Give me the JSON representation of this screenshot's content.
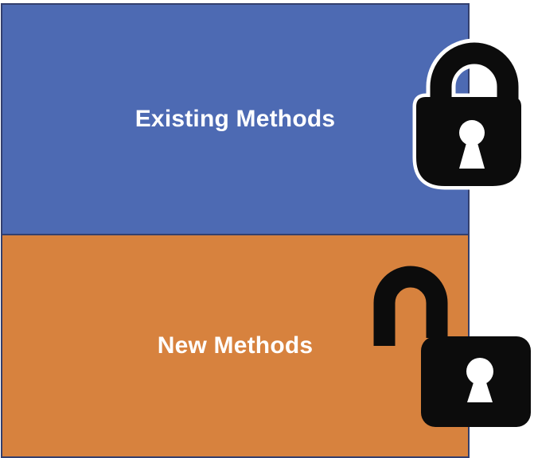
{
  "diagram": {
    "background": "#ffffff",
    "text_color": "#ffffff",
    "rows": [
      {
        "id": "existing-methods",
        "label": "Existing Methods",
        "fill": "#4D6AB3",
        "border": "#333F6E",
        "icon": "locked-padlock"
      },
      {
        "id": "new-methods",
        "label": "New Methods",
        "fill": "#D7823E",
        "border": "#333F6E",
        "icon": "unlocked-padlock"
      }
    ],
    "icons": {
      "color": "#0c0c0c",
      "outline": "#ffffff"
    }
  }
}
